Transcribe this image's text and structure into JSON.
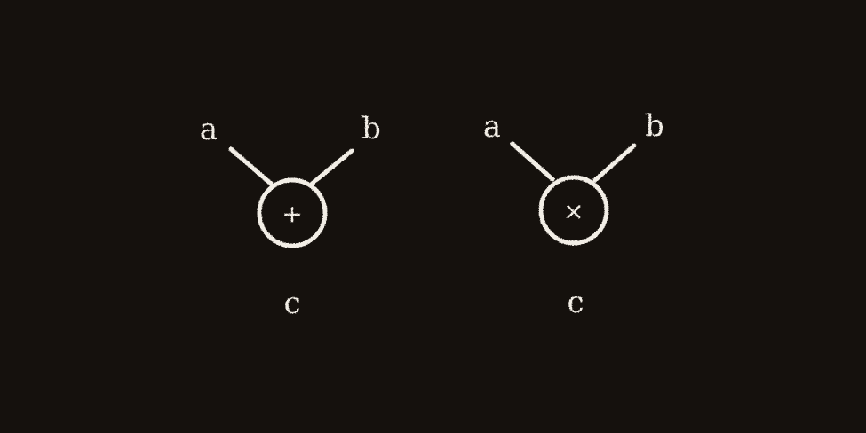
{
  "colors": {
    "background": "#15110d",
    "chalk": "#f2eee6"
  },
  "nodes": [
    {
      "operator": "+",
      "inputs": {
        "left": "a",
        "right": "b"
      },
      "output": "c"
    },
    {
      "operator": "×",
      "inputs": {
        "left": "a",
        "right": "b"
      },
      "output": "c"
    }
  ]
}
